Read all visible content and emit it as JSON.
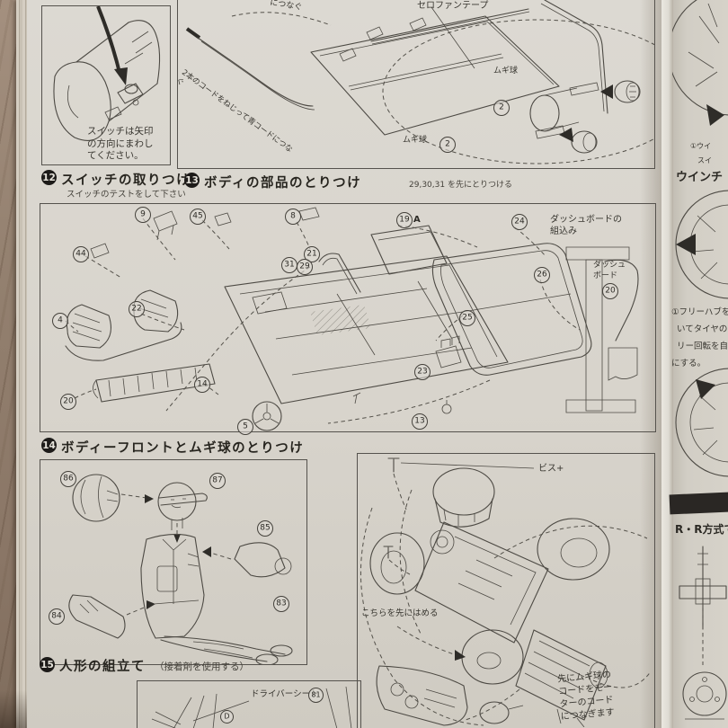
{
  "colors": {
    "paper": "#d8d4cc",
    "ink": "#3a3a3a",
    "wood": "#93806f",
    "badge": "#1d1b19"
  },
  "panelA": {
    "note": [
      "スイッチは矢印",
      "の方向にまわし",
      "てください。"
    ]
  },
  "panelB": {
    "top_fragment": "につなぐ",
    "tape_label": "セロファンテープ",
    "bulb_label_a": "ムギ球",
    "bulb_label_b": "ムギ球",
    "bulb_part_a": "2",
    "bulb_part_b": "2",
    "wire_note": "2本のコードをねじって青コードにつなぐ"
  },
  "steps": {
    "s12": {
      "num": "12",
      "title": "スイッチの取りつけ",
      "sub": "スイッチのテストをして下さい"
    },
    "s13": {
      "num": "13",
      "title": "ボディの部品のとりつけ",
      "note": "29,30,31 を先にとりつける"
    },
    "s14": {
      "num": "14",
      "title": "ボディーフロントとムギ球のとりつけ"
    },
    "s15": {
      "num": "15",
      "title": "人形の組立て",
      "note": "（接着剤を使用する）"
    }
  },
  "main": {
    "callouts": {
      "c9": "9",
      "c45": "45",
      "c44": "44",
      "c8": "8",
      "c19": "19",
      "c19sfx": "A",
      "c24": "24",
      "c21": "21",
      "c31": "31",
      "c29": "29",
      "c4": "4",
      "c22": "22",
      "c25": "25",
      "c26": "26",
      "c20r": "20",
      "c20l": "20",
      "c14": "14",
      "c5": "5",
      "c23": "23",
      "c13": "13"
    },
    "dash_install": [
      "ダッシュボードの",
      "組込み"
    ],
    "dash_label": [
      "ダッシュ",
      "ボード"
    ]
  },
  "figure": {
    "c86": "86",
    "c87": "87",
    "c85": "85",
    "c83": "83",
    "c84": "84"
  },
  "chassis": {
    "screw_label": "ビス+",
    "fit_first": "こちらを先にはめる",
    "cord_note": [
      "先にムギ球の",
      "コードをモー",
      "ターのコード",
      "につなぎます"
    ]
  },
  "seat_panel": {
    "label": "ドライバーシート",
    "part_d": "D",
    "part_81": "81"
  },
  "right_col": {
    "frag1": "①ウイ",
    "frag2": "スイ",
    "winch": "ウインチ",
    "hub_note": [
      "①フリーハブを",
      "いてタイヤの",
      "リー回転を自",
      "にする。"
    ],
    "rr": "R・R方式で"
  }
}
